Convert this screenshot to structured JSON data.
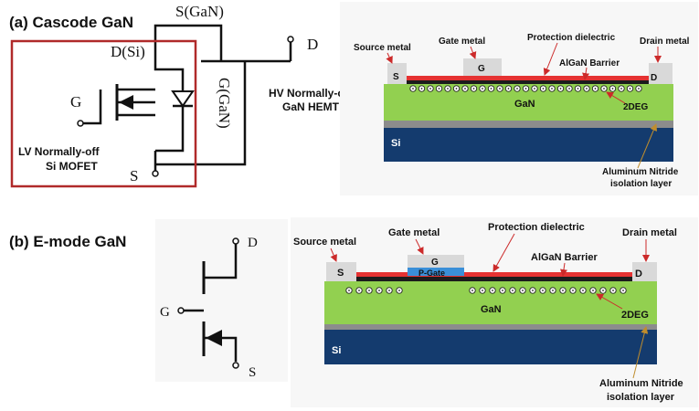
{
  "colors": {
    "box": "#b02a2a",
    "wire": "#111111",
    "gan": "#92d050",
    "si": "#143b6e",
    "barrier": "#1c1c1c",
    "dielectric": "#e53232",
    "metal": "#d9d9d9",
    "pgate": "#3a8fd8",
    "aln": "#8c8c8c",
    "arrow": "#cc2a2a",
    "arrow_aln": "#c08d2d"
  },
  "icons": [
    "nmos-transistor-symbol",
    "body-diode-symbol",
    "emode-hemt-symbol"
  ],
  "panel_a": {
    "title": "(a) Cascode GaN",
    "circuit": {
      "source_gan": "S(GaN)",
      "drain": "D",
      "drain_si": "D(Si)",
      "gate": "G",
      "gate_gan": "G(GaN)",
      "source": "S",
      "hemt_line1": "HV Normally-on",
      "hemt_line2": "GaN HEMT",
      "mosfet_line1": "LV Normally-off",
      "mosfet_line2": "Si MOFET"
    },
    "cross_section": {
      "source_metal": "Source metal",
      "gate_metal": "Gate metal",
      "protection": "Protection dielectric",
      "drain_metal": "Drain metal",
      "s": "S",
      "g": "G",
      "d": "D",
      "barrier": "AlGaN Barrier",
      "gan": "GaN",
      "twodeg": "2DEG",
      "si": "Si",
      "aln_line1": "Aluminum Nitride",
      "aln_line2": "isolation layer"
    }
  },
  "panel_b": {
    "title": "(b) E-mode GaN",
    "circuit": {
      "drain": "D",
      "gate": "G",
      "source": "S"
    },
    "cross_section": {
      "source_metal": "Source metal",
      "gate_metal": "Gate metal",
      "protection": "Protection dielectric",
      "drain_metal": "Drain metal",
      "s": "S",
      "g": "G",
      "pgate": "P-Gate",
      "d": "D",
      "barrier": "AlGaN Barrier",
      "gan": "GaN",
      "twodeg": "2DEG",
      "si": "Si",
      "aln_line1": "Aluminum Nitride",
      "aln_line2": "isolation layer"
    }
  }
}
